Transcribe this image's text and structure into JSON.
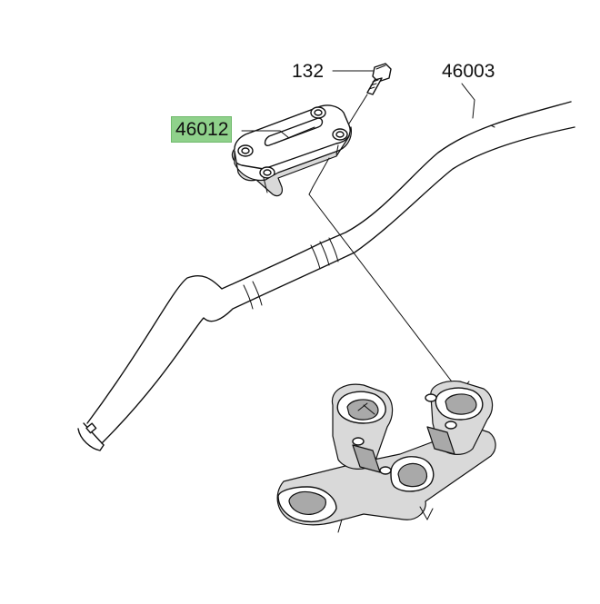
{
  "labels": {
    "bolt": "132",
    "holder": "46012",
    "handlebar": "46003"
  },
  "colors": {
    "highlight": "#8fd18b",
    "ink": "#111111"
  }
}
